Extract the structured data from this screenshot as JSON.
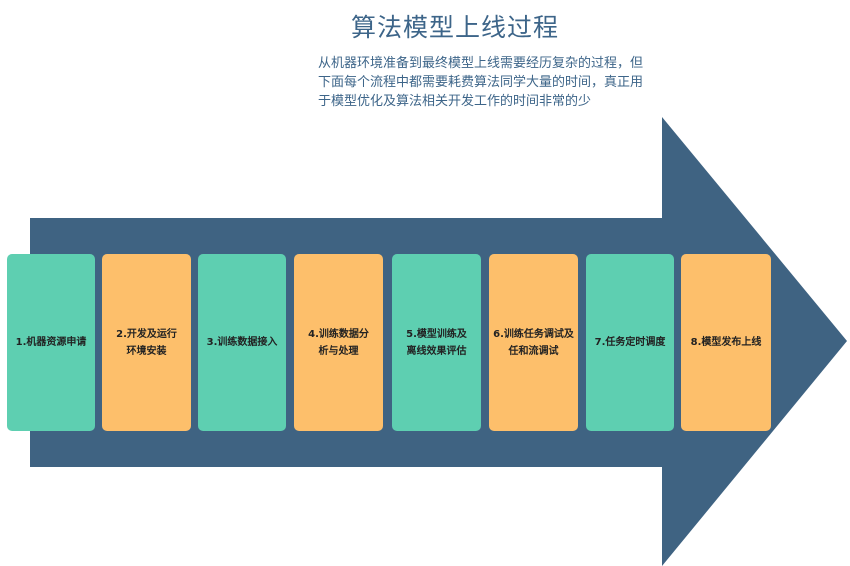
{
  "title": "算法模型上线过程",
  "description": [
    "从机器环境准备到最终模型上线需要经历复杂的过程，但",
    "下面每个流程中都需要耗费算法同学大量的时间，真正用",
    "于模型优化及算法相关开发工作的时间非常的少"
  ],
  "colors": {
    "arrow": "#3f6382",
    "green": "#5ecfb1",
    "orange": "#fdbf6b",
    "title": "#3d6589"
  },
  "steps": [
    {
      "label": [
        "1.机器资源申请"
      ],
      "color": "green"
    },
    {
      "label": [
        "2.开发及运行",
        "环境安装"
      ],
      "color": "orange"
    },
    {
      "label": [
        "3.训练数据接入"
      ],
      "color": "green"
    },
    {
      "label": [
        "4.训练数据分",
        "析与处理"
      ],
      "color": "orange"
    },
    {
      "label": [
        "5.模型训练及",
        "离线效果评估"
      ],
      "color": "green"
    },
    {
      "label": [
        "6.训练任务调试及",
        "任和流调试"
      ],
      "color": "orange"
    },
    {
      "label": [
        "7.任务定时调度"
      ],
      "color": "green"
    },
    {
      "label": [
        "8.模型发布上线"
      ],
      "color": "orange"
    }
  ]
}
